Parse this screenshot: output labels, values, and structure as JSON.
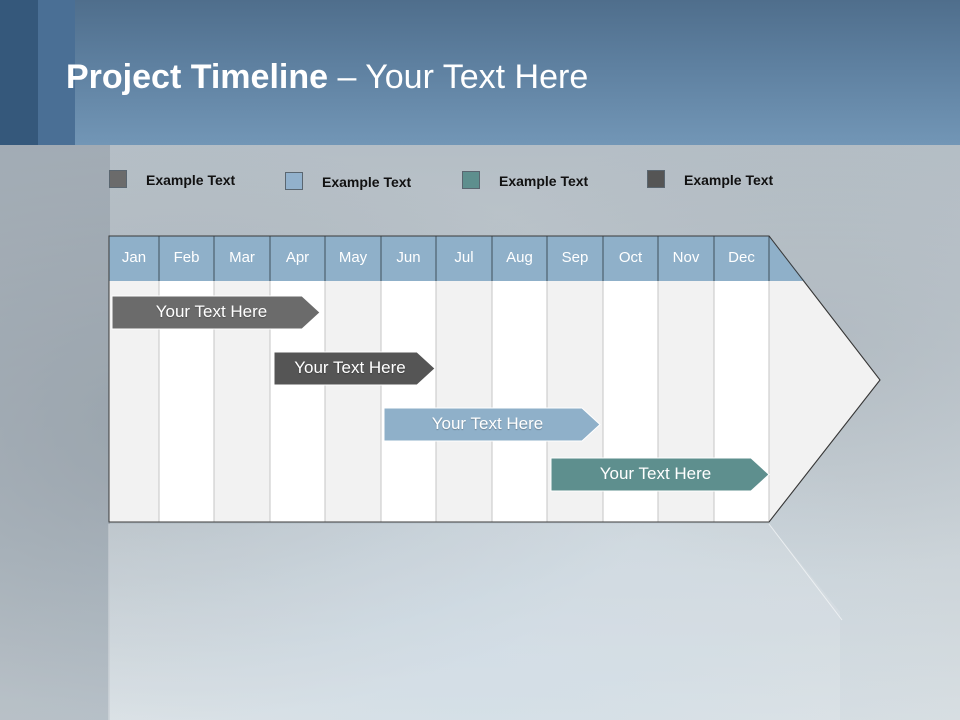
{
  "header": {
    "title_bold": "Project Timeline",
    "title_rest": " – Your Text Here",
    "colors": {
      "band": "#5e80a0",
      "accent_dark": "#35587b",
      "accent_mid": "#4a6f95"
    }
  },
  "legend": [
    {
      "label": "Example Text",
      "color": "#6b6b6b"
    },
    {
      "label": "Example Text",
      "color": "#92b1cc"
    },
    {
      "label": "Example Text",
      "color": "#5e8f8e"
    },
    {
      "label": "Example Text",
      "color": "#555555"
    }
  ],
  "timeline": {
    "months": [
      "Jan",
      "Feb",
      "Mar",
      "Apr",
      "May",
      "Jun",
      "Jul",
      "Aug",
      "Sep",
      "Oct",
      "Nov",
      "Dec"
    ],
    "month_header_color": "#8fb0c9",
    "bars": [
      {
        "label": "Your  Text Here",
        "start_month": "Jan",
        "end_month": "Apr",
        "color": "#6b6b6b"
      },
      {
        "label": "Your  Text Here",
        "start_month": "Apr",
        "end_month": "Jun",
        "color": "#555555"
      },
      {
        "label": "Your  Text Here",
        "start_month": "Jun",
        "end_month": "Sep",
        "color": "#8fb0c9"
      },
      {
        "label": "Your  Text Here",
        "start_month": "Sep",
        "end_month": "Dec",
        "color": "#5e8f8e"
      }
    ]
  }
}
